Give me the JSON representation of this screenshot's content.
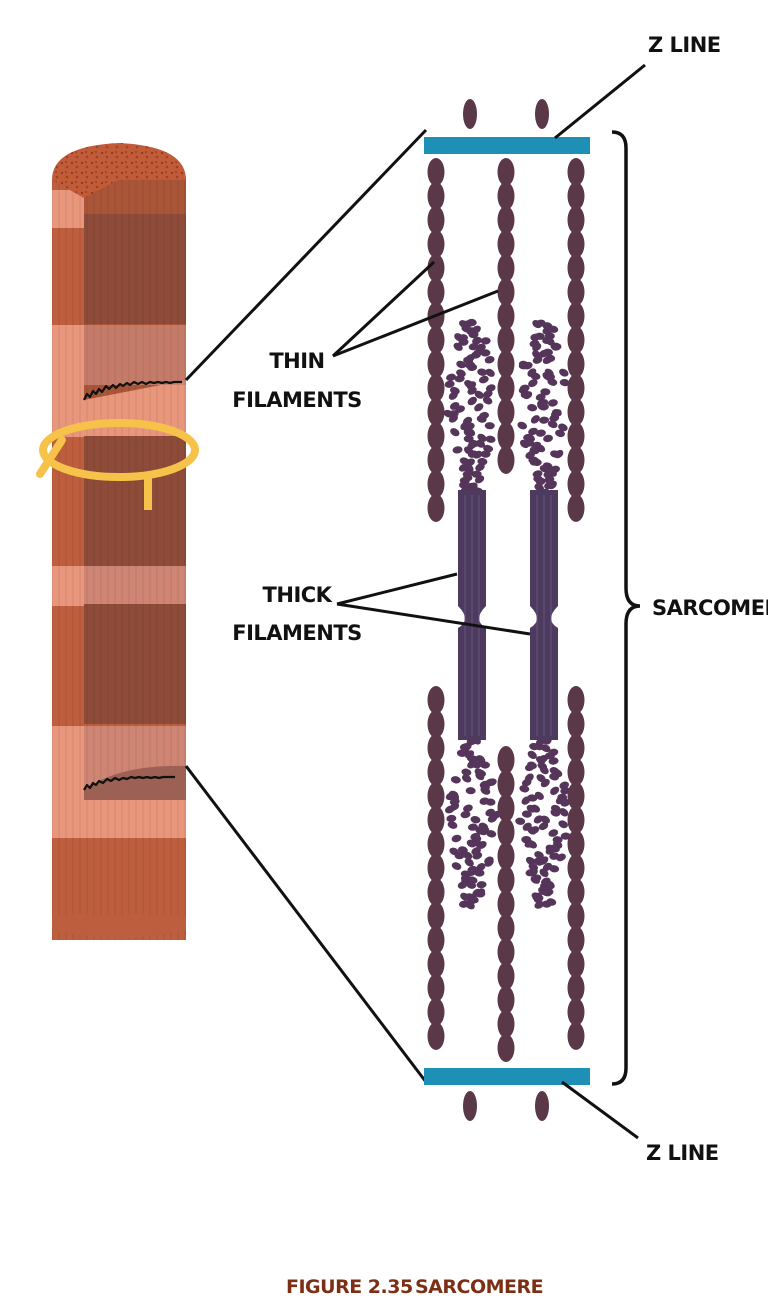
{
  "labels": {
    "z_line_top": "Z LINE",
    "z_line_bottom": "Z LINE",
    "thin_line1": "THIN",
    "thin_line2": "FILAMENTS",
    "thick_line1": "THICK",
    "thick_line2": "FILAMENTS",
    "sarcomere": "SARCOMERE"
  },
  "caption": {
    "figure": "FIGURE 2.35",
    "title": "SARCOMERE"
  },
  "colors": {
    "z_line": "#1e8fb5",
    "thin_filament": "#5b3848",
    "thick_filament": "#4d3a5f",
    "myosin_head": "#55355a",
    "fiber_dark": "#bd5e3e",
    "fiber_light": "#e8967c",
    "fiber_cut": "#8c4a38",
    "nerve": "#f6c24a",
    "caption": "#7d2f16"
  }
}
